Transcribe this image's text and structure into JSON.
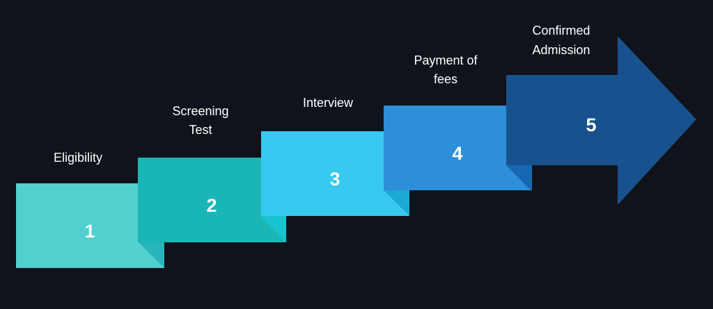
{
  "diagram": {
    "steps": [
      {
        "number": "1",
        "label_lines": [
          "Eligibility"
        ],
        "color": "#52cfcf",
        "fold_color": "#26b5b9"
      },
      {
        "number": "2",
        "label_lines": [
          "Screening",
          "Test"
        ],
        "color": "#1ab6b6",
        "fold_color": "#17c4cf"
      },
      {
        "number": "3",
        "label_lines": [
          "Interview"
        ],
        "color": "#38c9f0",
        "fold_color": "#1da9d3"
      },
      {
        "number": "4",
        "label_lines": [
          "Payment of",
          "fees"
        ],
        "color": "#2e8fd8",
        "fold_color": "#2271b7"
      },
      {
        "number": "5",
        "label_lines": [
          "Confirmed",
          "Admission"
        ],
        "color": "#17528e",
        "fold_color": "#1667b3"
      }
    ]
  }
}
